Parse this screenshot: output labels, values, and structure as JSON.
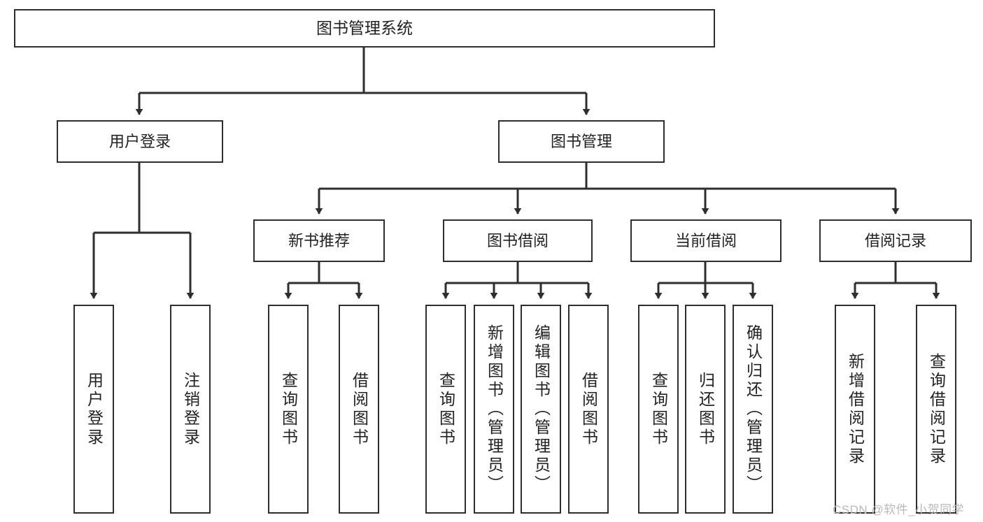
{
  "diagram": {
    "title": "图书管理系统",
    "watermark": "CSDN @软件_小贺同学",
    "stroke_color": "#2e2e2e",
    "text_color": "#222222",
    "background": "#ffffff",
    "root": {
      "label": "图书管理系统"
    },
    "level2": [
      {
        "id": "user-login",
        "label": "用户登录"
      },
      {
        "id": "book-management",
        "label": "图书管理"
      }
    ],
    "level3": [
      {
        "id": "new-book-recommend",
        "label": "新书推荐"
      },
      {
        "id": "book-borrow",
        "label": "图书借阅"
      },
      {
        "id": "current-borrow",
        "label": "当前借阅"
      },
      {
        "id": "borrow-record",
        "label": "借阅记录"
      }
    ],
    "leaves": {
      "user_login": [
        {
          "id": "leaf-user-login",
          "label": "用户登录"
        },
        {
          "id": "leaf-logout-login",
          "label": "注销登录"
        }
      ],
      "new_book_recommend": [
        {
          "id": "leaf-query-book-1",
          "label": "查询图书"
        },
        {
          "id": "leaf-borrow-book-1",
          "label": "借阅图书"
        }
      ],
      "book_borrow": [
        {
          "id": "leaf-query-book-2",
          "label": "查询图书"
        },
        {
          "id": "leaf-add-book",
          "label": "新增图书（管理员）"
        },
        {
          "id": "leaf-edit-book",
          "label": "编辑图书（管理员）"
        },
        {
          "id": "leaf-borrow-book-2",
          "label": "借阅图书"
        }
      ],
      "current_borrow": [
        {
          "id": "leaf-query-book-3",
          "label": "查询图书"
        },
        {
          "id": "leaf-return-book",
          "label": "归还图书"
        },
        {
          "id": "leaf-confirm-return",
          "label": "确认归还（管理员）"
        }
      ],
      "borrow_record": [
        {
          "id": "leaf-add-record",
          "label": "新增借阅记录"
        },
        {
          "id": "leaf-query-record",
          "label": "查询借阅记录"
        }
      ]
    }
  }
}
